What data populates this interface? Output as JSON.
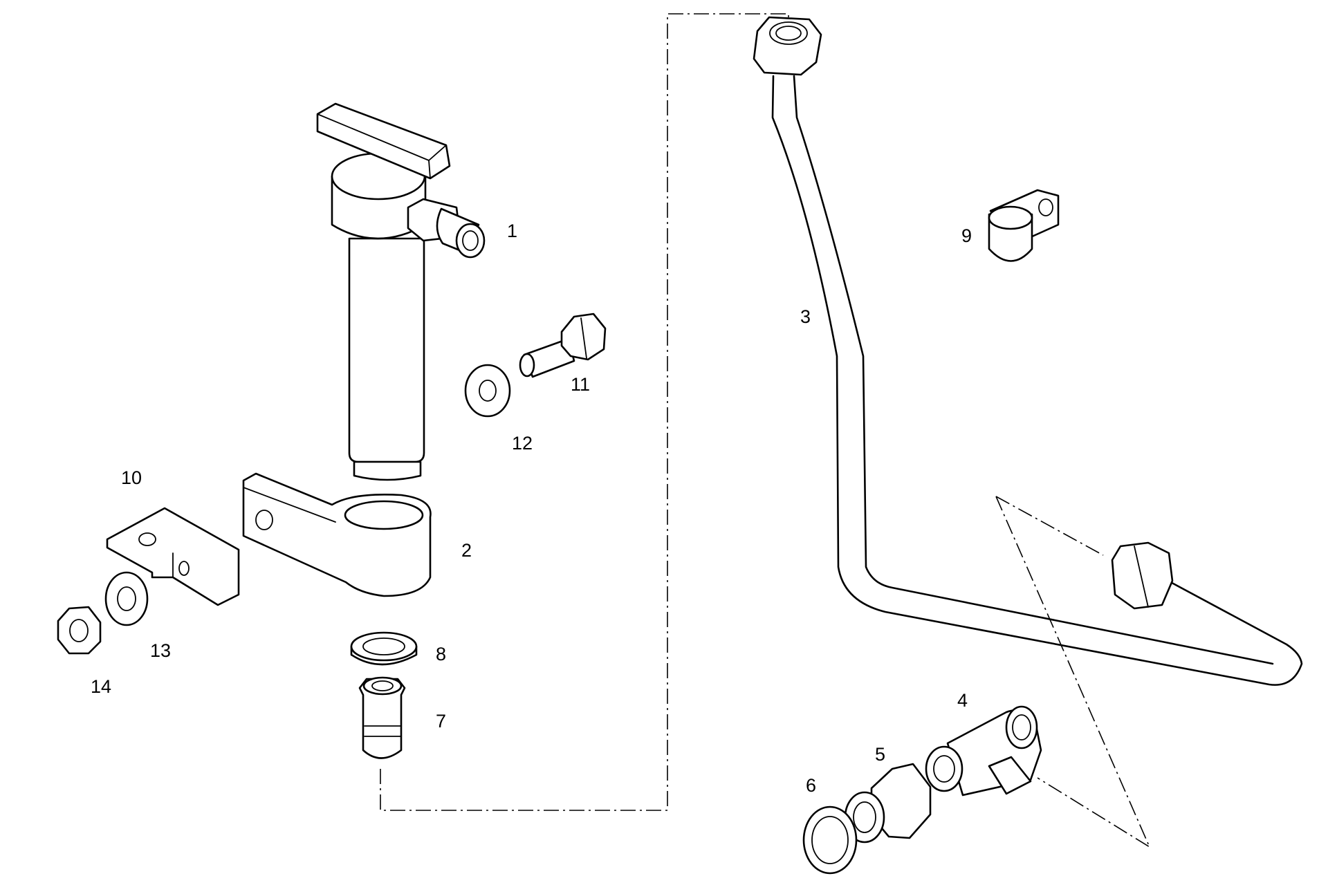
{
  "diagram": {
    "type": "exploded parts diagram",
    "callouts": [
      "1",
      "2",
      "3",
      "4",
      "5",
      "6",
      "7",
      "8",
      "9",
      "10",
      "11",
      "12",
      "13",
      "14"
    ]
  }
}
